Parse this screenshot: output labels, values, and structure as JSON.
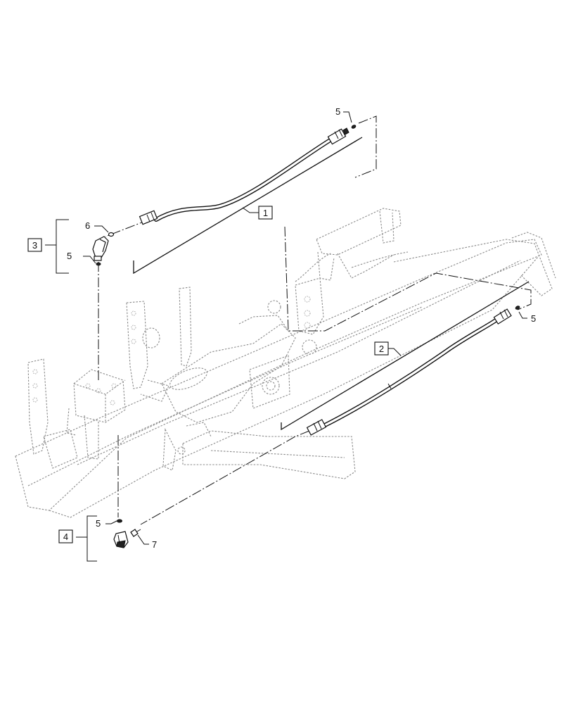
{
  "callouts": {
    "item_1": "1",
    "item_2": "2",
    "item_3": "3",
    "item_4": "4",
    "item_5_top": "5",
    "item_5_mid": "5",
    "item_5_right": "5",
    "item_5_low": "5",
    "item_6": "6",
    "item_7": "7"
  },
  "colors": {
    "ink": "#111111",
    "ghost": "#8a8a8a"
  }
}
